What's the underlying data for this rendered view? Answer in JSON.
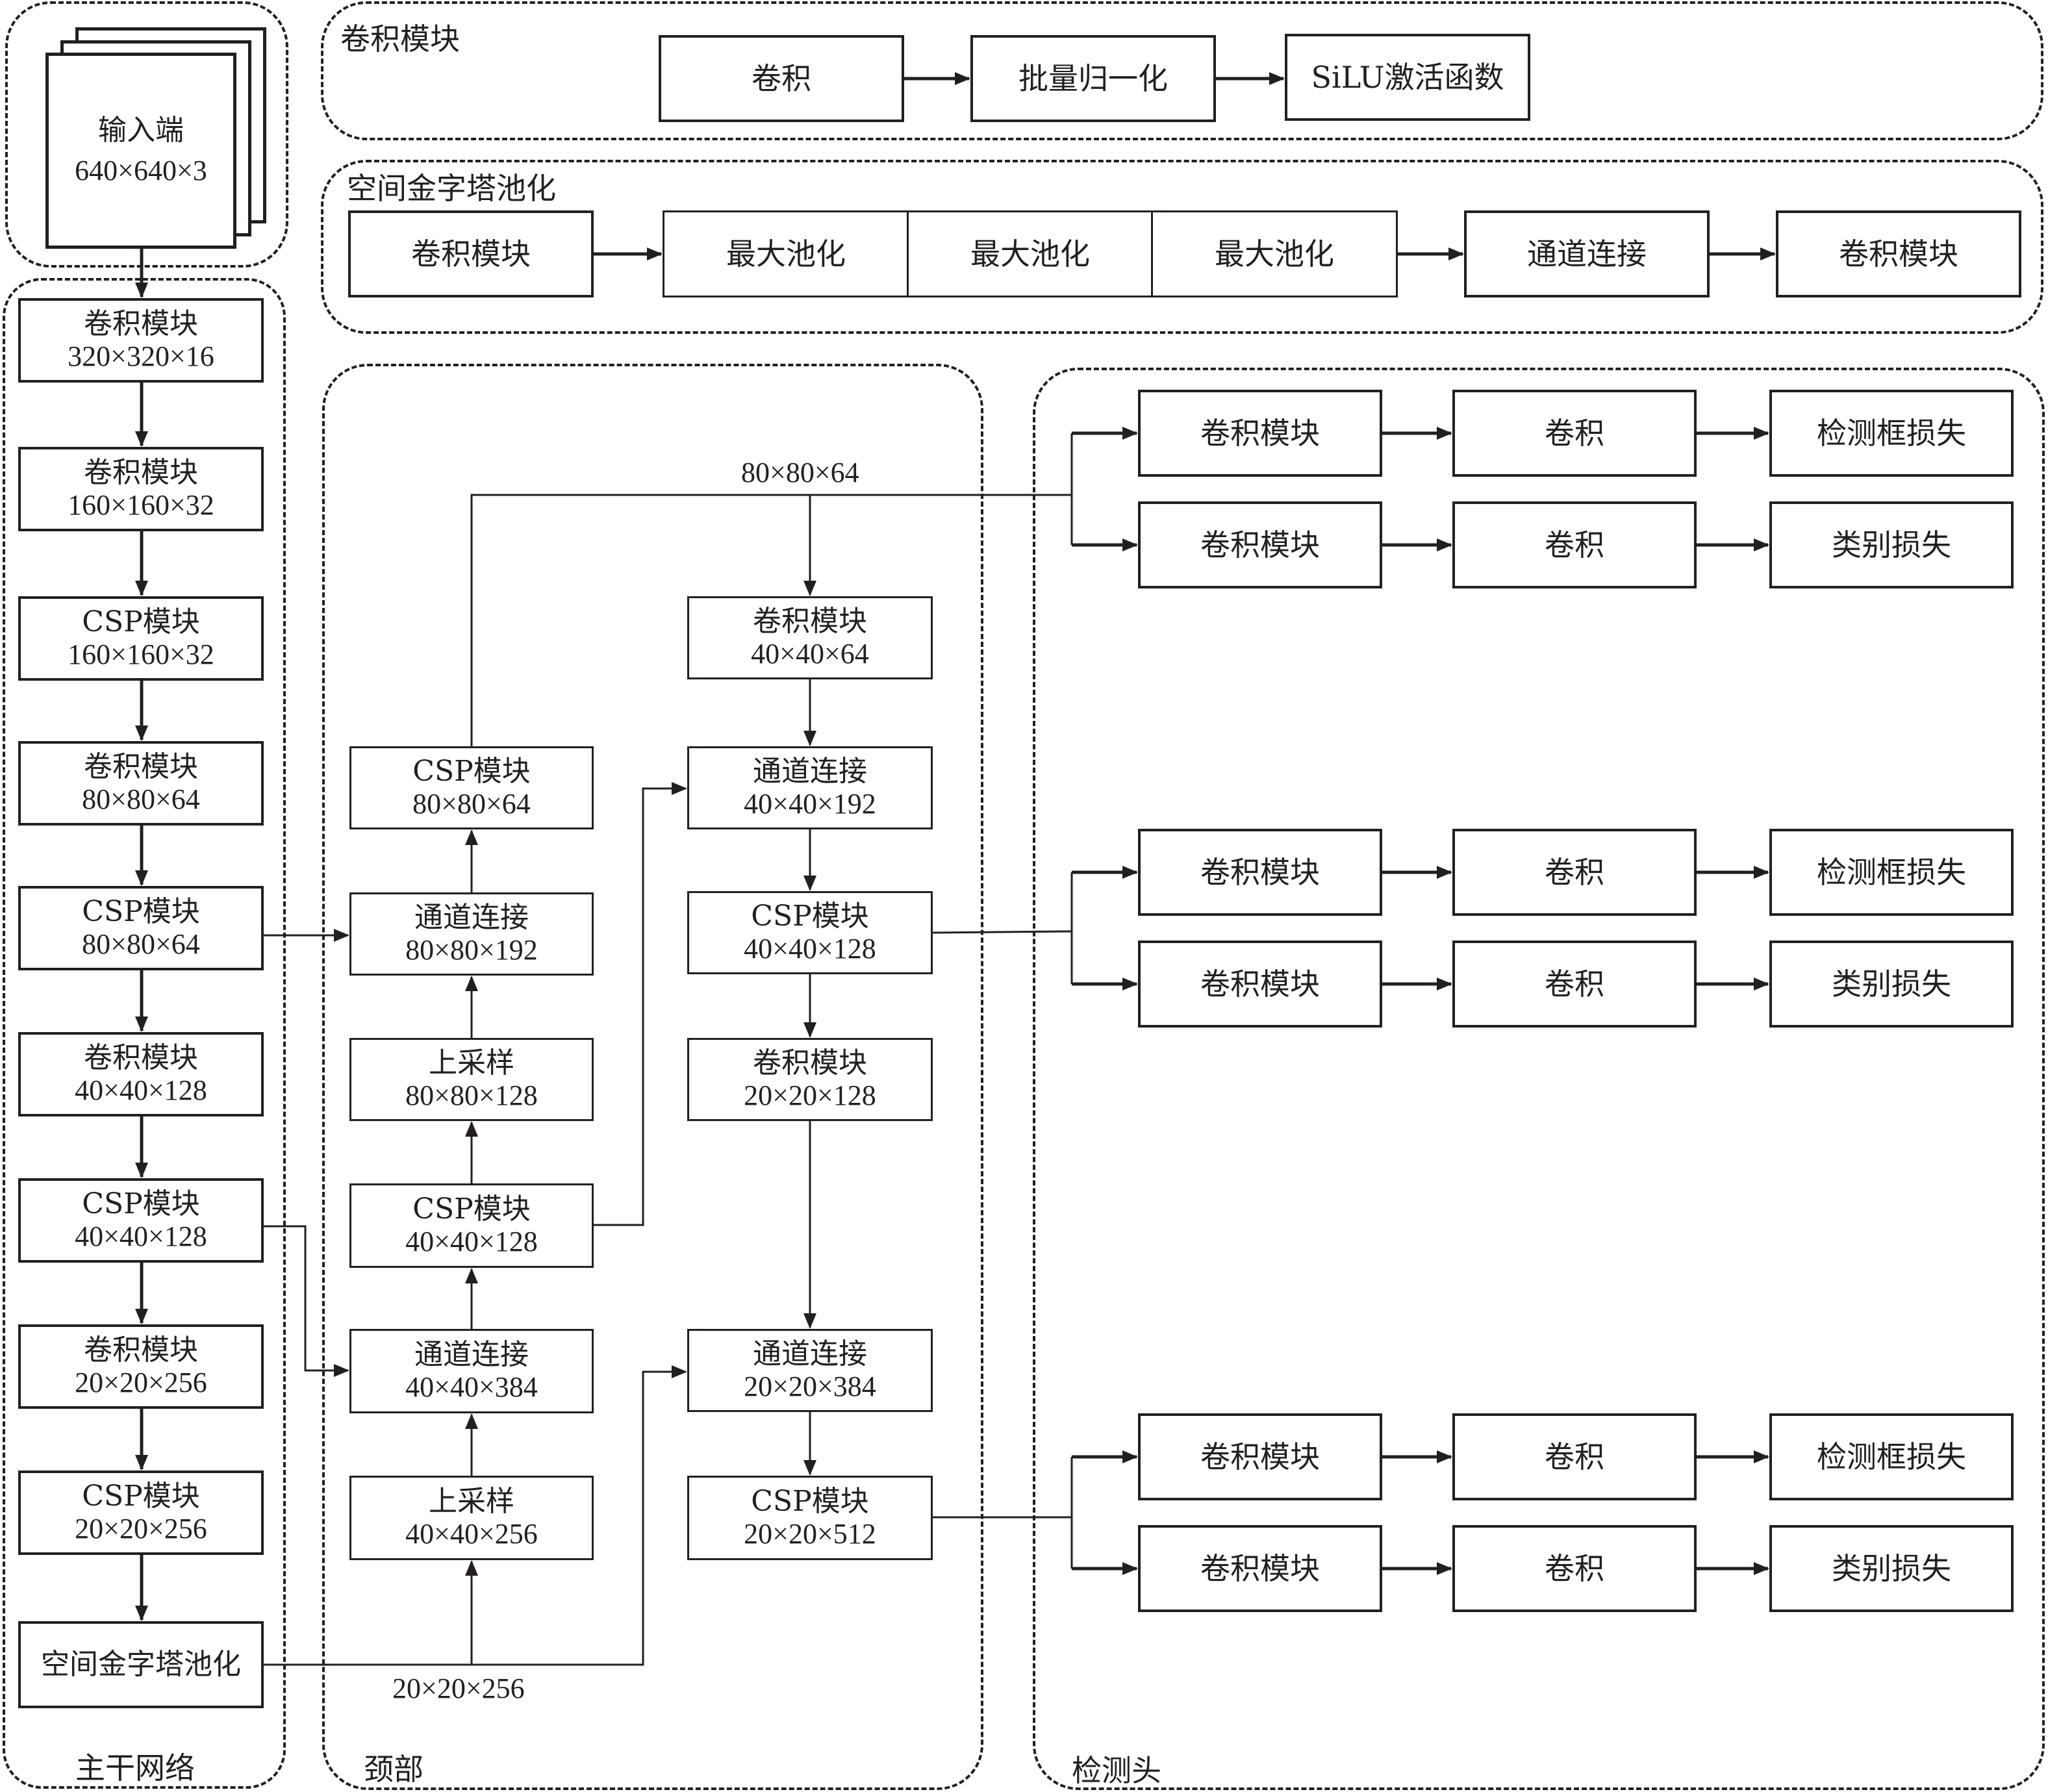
{
  "input": {
    "title": "输入端",
    "shape": "640×640×3"
  },
  "conv_module_def": {
    "title": "卷积模块",
    "steps": [
      "卷积",
      "批量归一化",
      "SiLU激活函数"
    ]
  },
  "spp_def": {
    "title": "空间金字塔池化",
    "steps": [
      "卷积模块",
      "最大池化",
      "最大池化",
      "最大池化",
      "通道连接",
      "卷积模块"
    ]
  },
  "backbone": {
    "title": "主干网络",
    "blocks": [
      {
        "name": "卷积模块",
        "shape": "320×320×16"
      },
      {
        "name": "卷积模块",
        "shape": "160×160×32"
      },
      {
        "name": "CSP模块",
        "shape": "160×160×32"
      },
      {
        "name": "卷积模块",
        "shape": "80×80×64"
      },
      {
        "name": "CSP模块",
        "shape": "80×80×64"
      },
      {
        "name": "卷积模块",
        "shape": "40×40×128"
      },
      {
        "name": "CSP模块",
        "shape": "40×40×128"
      },
      {
        "name": "卷积模块",
        "shape": "20×20×256"
      },
      {
        "name": "CSP模块",
        "shape": "20×20×256"
      },
      {
        "name": "空间金字塔池化",
        "shape": ""
      }
    ]
  },
  "neck": {
    "title": "颈部",
    "left_column": [
      {
        "name": "CSP模块",
        "shape": "80×80×64"
      },
      {
        "name": "通道连接",
        "shape": "80×80×192"
      },
      {
        "name": "上采样",
        "shape": "80×80×128"
      },
      {
        "name": "CSP模块",
        "shape": "40×40×128"
      },
      {
        "name": "通道连接",
        "shape": "40×40×384"
      },
      {
        "name": "上采样",
        "shape": "40×40×256"
      }
    ],
    "right_column": [
      {
        "name": "卷积模块",
        "shape": "40×40×64"
      },
      {
        "name": "通道连接",
        "shape": "40×40×192"
      },
      {
        "name": "CSP模块",
        "shape": "40×40×128"
      },
      {
        "name": "卷积模块",
        "shape": "20×20×128"
      },
      {
        "name": "通道连接",
        "shape": "20×20×384"
      },
      {
        "name": "CSP模块",
        "shape": "20×20×512"
      }
    ],
    "edge_labels": {
      "top": "80×80×64",
      "bottom": "20×20×256"
    }
  },
  "head": {
    "title": "检测头",
    "branches": [
      {
        "rows": [
          [
            "卷积模块",
            "卷积",
            "检测框损失"
          ],
          [
            "卷积模块",
            "卷积",
            "类别损失"
          ]
        ]
      },
      {
        "rows": [
          [
            "卷积模块",
            "卷积",
            "检测框损失"
          ],
          [
            "卷积模块",
            "卷积",
            "类别损失"
          ]
        ]
      },
      {
        "rows": [
          [
            "卷积模块",
            "卷积",
            "检测框损失"
          ],
          [
            "卷积模块",
            "卷积",
            "类别损失"
          ]
        ]
      }
    ]
  }
}
